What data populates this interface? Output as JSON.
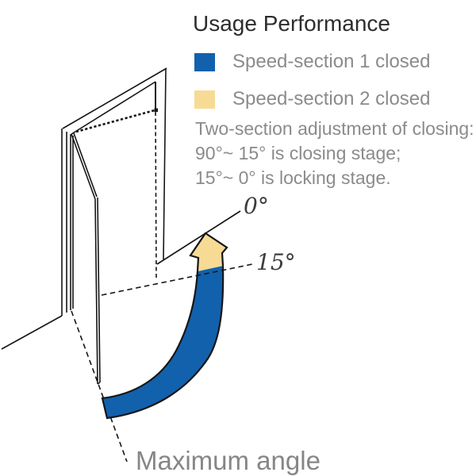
{
  "legend": {
    "title": "Usage Performance",
    "items": [
      {
        "label": "Speed-section 1 closed",
        "color": "#1261ac"
      },
      {
        "label": "Speed-section 2 closed",
        "color": "#f7db95"
      }
    ],
    "description": {
      "line1": "Two-section adjustment of closing:",
      "line2": "90°~ 15° is closing stage;",
      "line3": "15°~ 0° is locking stage."
    }
  },
  "diagram": {
    "angle_zero_label": "0°",
    "angle_fifteen_label": "15°",
    "max_angle_label": "Maximum angle",
    "colors": {
      "closing_stage": "#1261ac",
      "locking_stage": "#f7db95",
      "line": "#161616"
    }
  }
}
